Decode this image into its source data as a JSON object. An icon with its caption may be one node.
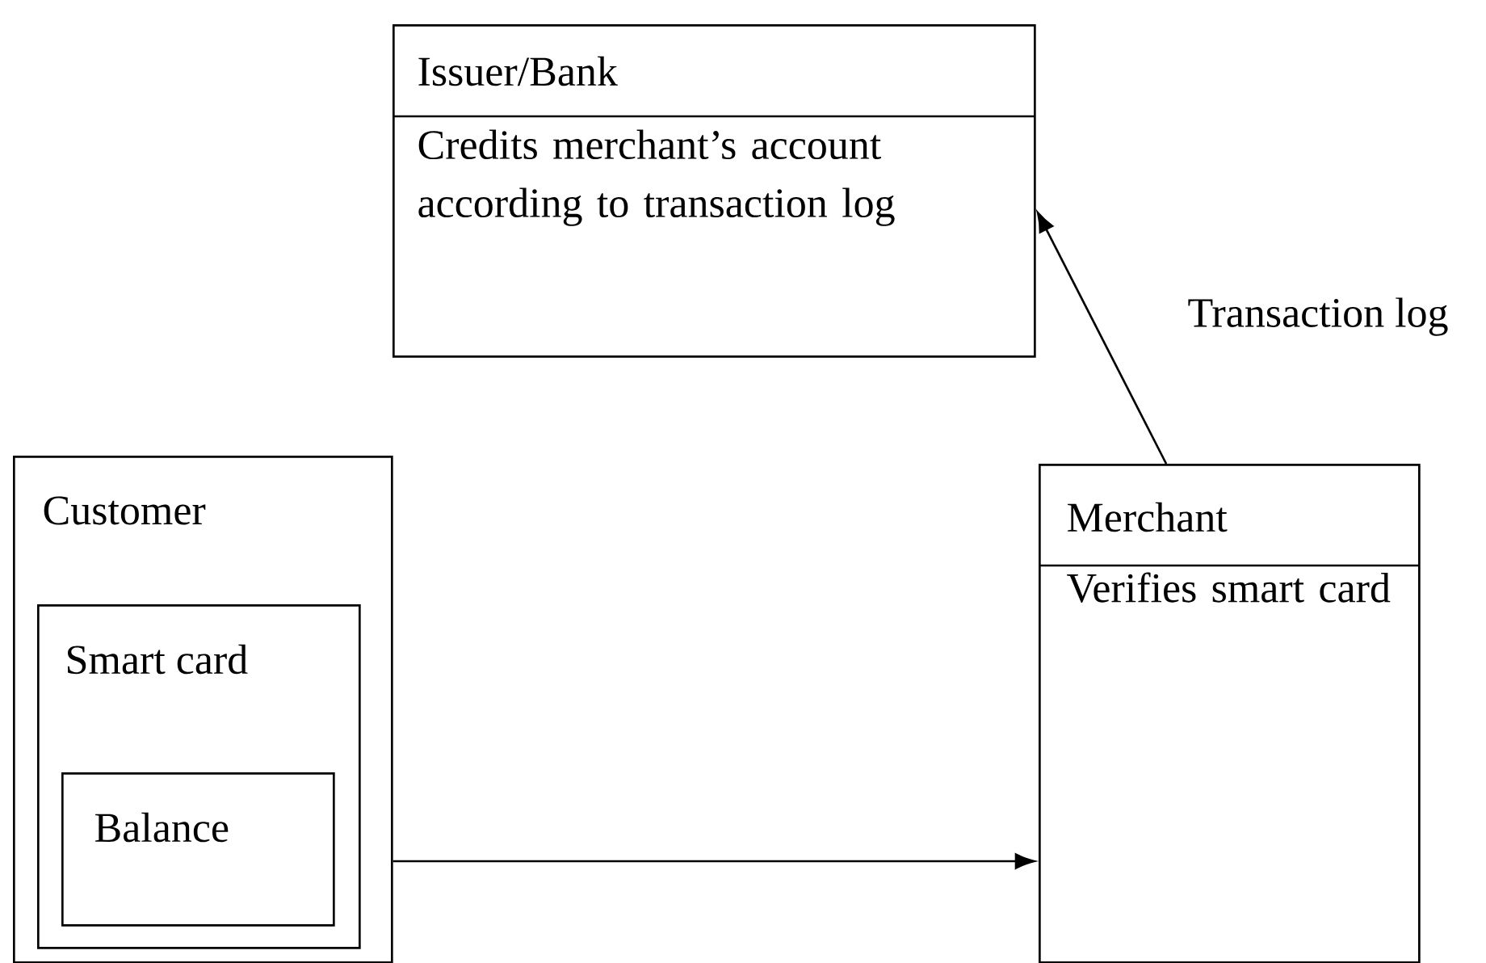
{
  "diagram": {
    "nodes": [
      {
        "text": [
          "Issuer/Bank",
          "Credits merchant’s account according to transaction log"
        ]
      },
      {
        "text": [
          "Customer"
        ]
      },
      {
        "text": [
          "Smart card"
        ],
        "in": 1
      },
      {
        "text": [
          "Balance"
        ],
        "in": 2
      },
      {
        "text": [
          "Merchant",
          "Verifies smart card"
        ]
      }
    ],
    "edges": [
      {
        "from": 1,
        "to": 4,
        "arrow": "to"
      },
      {
        "from": 4,
        "to": 0,
        "arrow": "to",
        "label": "Transaction log"
      }
    ]
  }
}
